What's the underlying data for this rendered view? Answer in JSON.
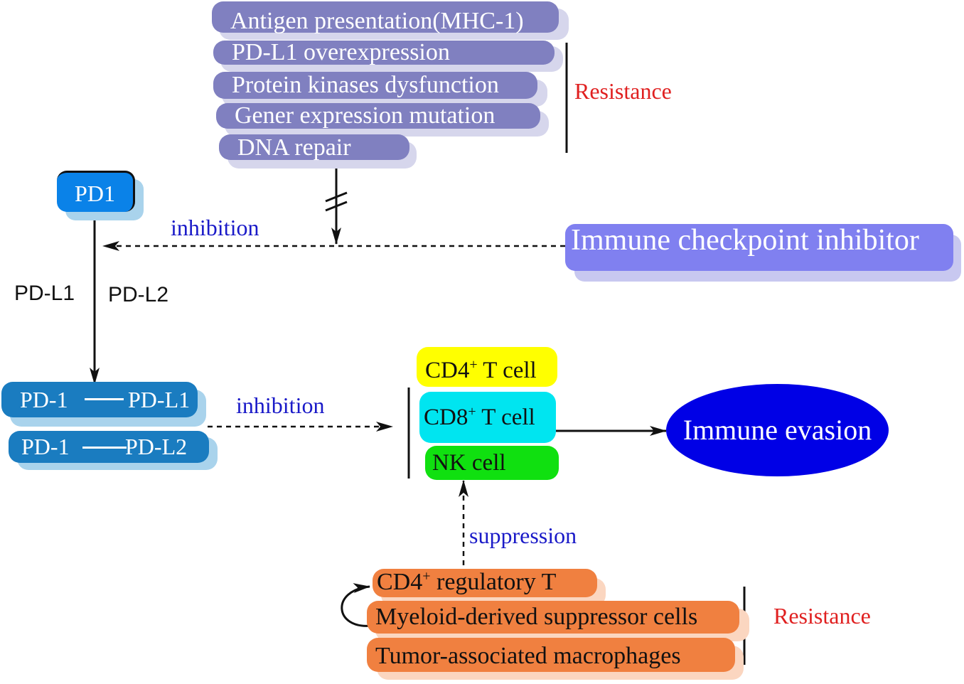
{
  "resistance_factors": [
    "Antigen presentation(MHC-1)",
    "PD-L1 overexpression",
    "Protein kinases dysfunction",
    "Gener expression mutation",
    "DNA repair"
  ],
  "resistance_label_top": "Resistance",
  "pd1": "PD1",
  "inhibition_top": "inhibition",
  "checkpoint_inhibitor": "Immune checkpoint inhibitor",
  "ligand_left": "PD-L1",
  "ligand_right": "PD-L2",
  "complexes": [
    {
      "left": "PD-1",
      "right": "PD-L1"
    },
    {
      "left": "PD-1",
      "right": "PD-L2"
    }
  ],
  "inhibition_mid": "inhibition",
  "immune_cells": {
    "cd4": {
      "prefix": "CD4",
      "sup": "+",
      "suffix": " T cell",
      "color": "#ffff00"
    },
    "cd8": {
      "prefix": "CD8",
      "sup": "+",
      "suffix": " T cell",
      "color": "#00e5f0"
    },
    "nk": {
      "label": "NK cell",
      "color": "#10e010"
    }
  },
  "immune_evasion": "Immune evasion",
  "suppression": "suppression",
  "suppressor_cells": {
    "treg": {
      "prefix": "CD4",
      "sup": "+",
      "suffix": " regulatory T"
    },
    "mdsc": "Myeloid-derived suppressor cells",
    "tam": "Tumor-associated macrophages"
  },
  "resistance_label_bottom": "Resistance"
}
